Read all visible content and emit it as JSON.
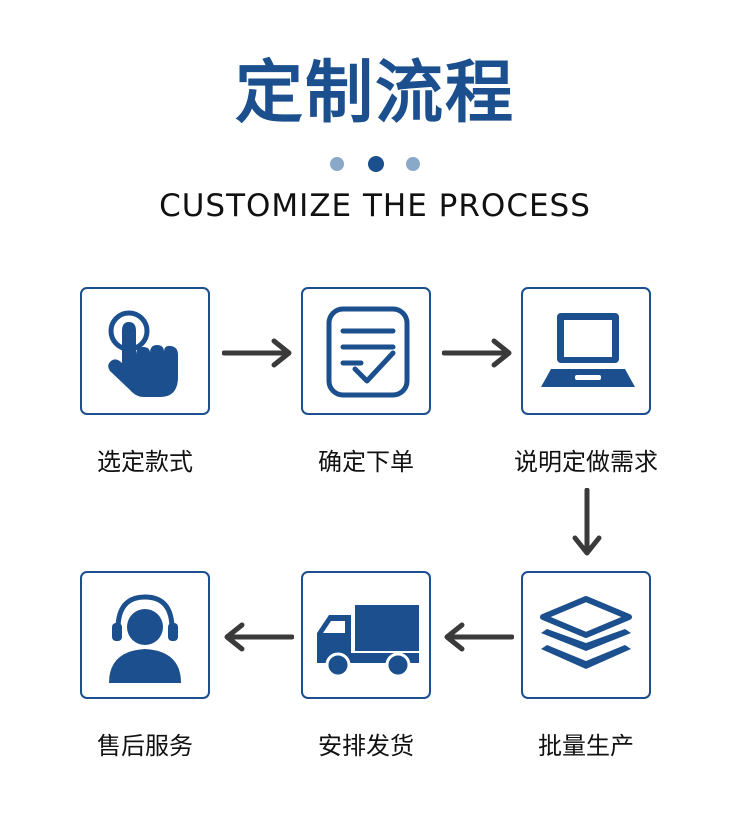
{
  "header": {
    "title": "定制流程",
    "subtitle": "CUSTOMIZE THE PROCESS"
  },
  "steps": [
    {
      "label": "选定款式",
      "icon": "hand-pointer-icon"
    },
    {
      "label": "确定下单",
      "icon": "checklist-icon"
    },
    {
      "label": "说明定做需求",
      "icon": "laptop-icon"
    },
    {
      "label": "批量生产",
      "icon": "layers-icon"
    },
    {
      "label": "安排发货",
      "icon": "truck-icon"
    },
    {
      "label": "售后服务",
      "icon": "customer-service-icon"
    }
  ],
  "colors": {
    "accent": "#1c4f8e",
    "accent_light": "#8aa9c9",
    "arrow": "#3a3a3a"
  }
}
